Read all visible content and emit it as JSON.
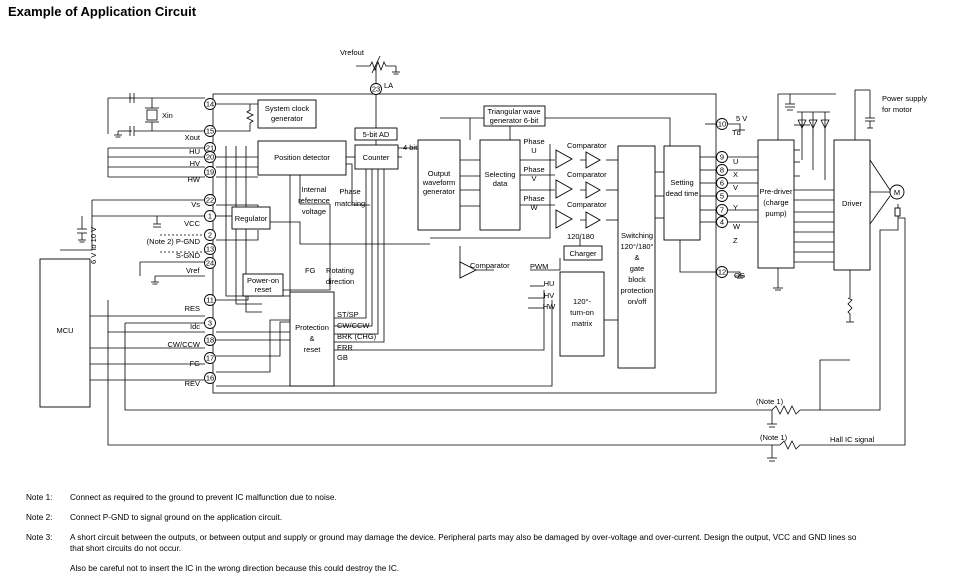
{
  "title": "Example of Application Circuit",
  "labels": {
    "vrefout": "Vrefout",
    "la": "LA",
    "xin": "Xin",
    "xout": "Xout",
    "hu": "HU",
    "hv": "HV",
    "hw": "HW",
    "vs": "Vs",
    "vcc": "VCC",
    "pgnd": "(Note 2) P-GND",
    "sgnd": "S-GND",
    "vref": "Vref",
    "res": "RES",
    "idc": "Idc",
    "cwccw": "CW/CCW",
    "fg": "FG",
    "rev": "REV",
    "mcu": "MCU",
    "supply_range": "6 V to 10 V",
    "system_clock": [
      "System clock",
      "generator"
    ],
    "position_detector": "Position detector",
    "adc": "5-bit AD",
    "counter": "Counter",
    "four_bit": "4 bit",
    "output_waveform": [
      "Output",
      "waveform",
      "generator"
    ],
    "triangular_wave": [
      "Triangular wave",
      "generator 6-bit"
    ],
    "selecting_data": [
      "Selecting",
      "data"
    ],
    "phase_u": [
      "Phase",
      "U"
    ],
    "phase_v": [
      "Phase",
      "V"
    ],
    "phase_w": [
      "Phase",
      "W"
    ],
    "comparator": "Comparator",
    "regulator": "Regulator",
    "internal_ref": [
      "Internal",
      "reference",
      "voltage"
    ],
    "phase_matching": [
      "Phase",
      "matching"
    ],
    "power_on_reset": [
      "Power-on",
      "reset"
    ],
    "fg_inner": "FG",
    "rotating_direction": [
      "Rotating",
      "direction"
    ],
    "protection_reset": [
      "Protection",
      "&",
      "reset"
    ],
    "st_sp": "ST/SP",
    "cw_ccw_inner": "CW/CCW",
    "brk": "BRK (CHG)",
    "err": "ERR",
    "gb": "GB",
    "pwm": "PWM",
    "charger": "Charger",
    "r120_180": "120/180",
    "turn_on_matrix": [
      "120°-",
      "turn-on",
      "matrix"
    ],
    "hu_in": "HU",
    "hv_in": "HV",
    "hw_in": "HW",
    "switching": [
      "Switching",
      "120°/180°",
      "&",
      "gate",
      "block",
      "protection",
      "on/off"
    ],
    "dead_time": [
      "Setting",
      "dead time"
    ],
    "five_v": "5 V",
    "td": "Td",
    "out_u": "U",
    "out_x": "X",
    "out_v": "V",
    "out_y": "Y",
    "out_w": "W",
    "out_z": "Z",
    "os": "OS",
    "pre_driver": [
      "Pre-driver",
      "(charge",
      "pump)"
    ],
    "driver": "Driver",
    "power_supply": [
      "Power supply",
      "for motor"
    ],
    "motor": "M",
    "note1a": "(Note 1)",
    "note1b": "(Note 1)",
    "hall_ic": "Hall IC signal"
  },
  "pins": {
    "p23": "23",
    "p14": "14",
    "p15": "15",
    "p21": "21",
    "p20": "20",
    "p19": "19",
    "p22": "22",
    "p1": "1",
    "p2": "2",
    "p13": "13",
    "p24": "24",
    "p11": "11",
    "p3": "3",
    "p18": "18",
    "p17": "17",
    "p16": "16",
    "p10": "10",
    "p9": "9",
    "p8": "8",
    "p6": "6",
    "p5": "5",
    "p7": "7",
    "p4": "4",
    "p12": "12"
  },
  "notes": [
    {
      "label": "Note 1:",
      "lines": [
        "Connect as required to the ground to prevent IC malfunction due to noise."
      ]
    },
    {
      "label": "Note 2:",
      "lines": [
        "Connect P-GND to signal ground on the application circuit."
      ]
    },
    {
      "label": "Note 3:",
      "lines": [
        "A short circuit between the outputs, or between output and supply or ground may damage the device. Peripheral parts may also be damaged by over-voltage and over-current. Design the output, VCC and GND lines so",
        "that short circuits do not occur.",
        "Also be careful not to insert the IC in the wrong direction because this could destroy the IC."
      ]
    }
  ]
}
